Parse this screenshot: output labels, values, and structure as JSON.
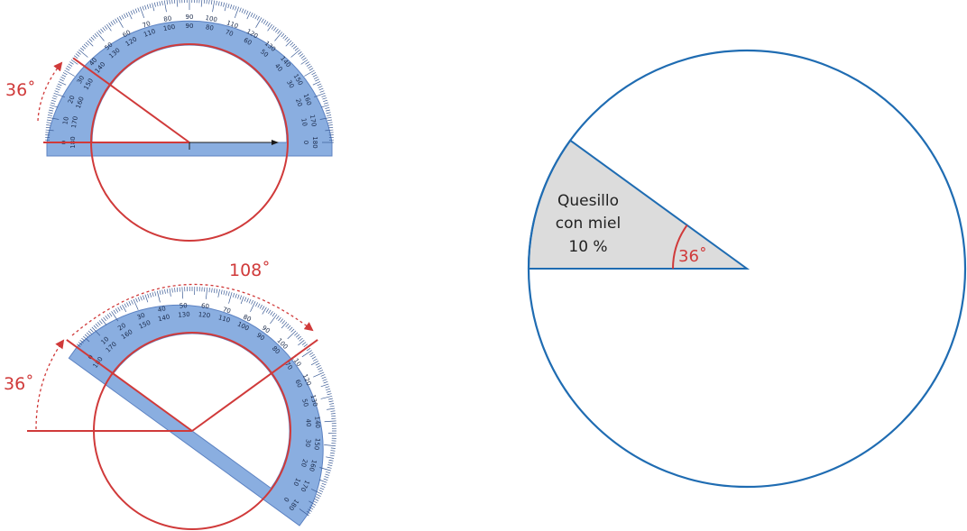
{
  "colors": {
    "protractor": "#8aaee0",
    "protractor_edge": "#5c82c2",
    "red": "#d03a3a",
    "blue": "#1f6cb2",
    "sector_fill": "#dcdcdc"
  },
  "step1": {
    "angle_label": "36˚"
  },
  "step2": {
    "angle_label_1": "36˚",
    "angle_label_2": "108˚"
  },
  "pie": {
    "sector_label_line1": "Quesillo",
    "sector_label_line2": "con miel",
    "sector_label_line3": "10 %",
    "angle_label": "36˚"
  }
}
